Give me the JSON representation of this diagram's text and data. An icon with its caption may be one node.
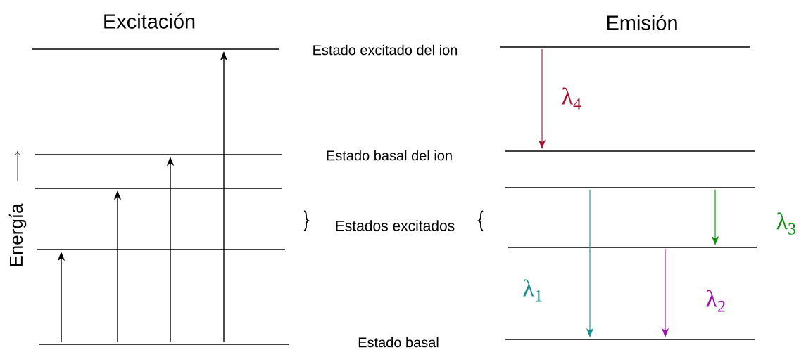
{
  "diagram": {
    "nodes": [
      {
        "text": [],
        "shape": "bar"
      },
      {
        "text": [],
        "shape": "bar"
      },
      {
        "text": [],
        "shape": "bar"
      },
      {
        "text": [],
        "shape": "bar"
      },
      {
        "text": [],
        "shape": "bar"
      },
      {
        "text": [],
        "shape": "bar"
      },
      {
        "text": [],
        "shape": "bar"
      },
      {
        "text": [],
        "shape": "bar"
      },
      {
        "text": [],
        "shape": "bar"
      },
      {
        "text": [],
        "shape": "bar"
      }
    ],
    "edges": [
      {
        "from": 4,
        "to": 3,
        "arrow": "to"
      },
      {
        "from": 4,
        "to": 2,
        "arrow": "to"
      },
      {
        "from": 4,
        "to": 1,
        "arrow": "to"
      },
      {
        "from": 4,
        "to": 0,
        "arrow": "to"
      },
      {
        "from": 5,
        "to": 6,
        "arrow": "to",
        "label": "λ$_{4}$",
        "color": "#a0122a"
      },
      {
        "from": 7,
        "to": 9,
        "arrow": "to",
        "label": "λ$_{1}$",
        "color": "#1a8c8c"
      },
      {
        "from": 8,
        "to": 9,
        "arrow": "to",
        "label": "λ$_{2}$",
        "color": "#a010b0"
      },
      {
        "from": 7,
        "to": 8,
        "arrow": "to",
        "label": "λ$_{3}$",
        "color": "#138a13"
      }
    ],
    "labels": [
      "Excitación",
      "Emisión",
      "Estado excitado del ion",
      "Estado basal del ion",
      "Energía",
      "Estados excitados",
      "Estado basal"
    ]
  }
}
